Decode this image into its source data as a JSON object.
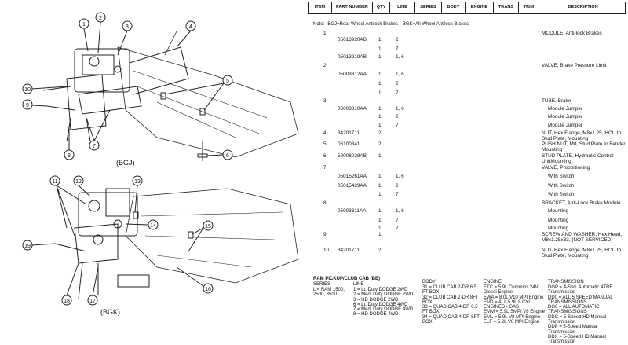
{
  "diagram": {
    "label_bgj": "(BGJ)",
    "label_bgk": "(BGK)",
    "callouts_top": [
      "1",
      "2",
      "3",
      "4",
      "5",
      "6",
      "7",
      "8",
      "9",
      "10"
    ],
    "callouts_bottom": [
      "11",
      "12",
      "13",
      "14",
      "15",
      "16",
      "17",
      "18",
      "19"
    ]
  },
  "table": {
    "headers": [
      "ITEM",
      "PART NUMBER",
      "QTY",
      "LINE",
      "SERIES",
      "BODY",
      "ENGINE",
      "TRANS",
      "TRIM",
      "DESCRIPTION"
    ],
    "note": "Note:--BGJ=Rear Wheel Antilock Brakes—BGK=All Wheel Antilock Brakes",
    "rows": [
      {
        "item": "1",
        "part": "",
        "qty": "",
        "line": "",
        "desc": "MODULE, Anti-lock Brakes",
        "sub": ""
      },
      {
        "item": "",
        "part": "05013920AB",
        "qty": "1",
        "line": "2",
        "desc": "",
        "sub": ""
      },
      {
        "item": "",
        "part": "",
        "qty": "1",
        "line": "7",
        "desc": "",
        "sub": ""
      },
      {
        "item": "",
        "part": "05013919AB",
        "qty": "1",
        "line": "1,  6",
        "desc": "",
        "sub": ""
      },
      {
        "item": "2",
        "part": "",
        "qty": "",
        "line": "",
        "desc": "VALVE, Brake Pressure Limit",
        "sub": ""
      },
      {
        "item": "",
        "part": "05003312AA",
        "qty": "1",
        "line": "1,  6",
        "desc": "",
        "sub": ""
      },
      {
        "item": "",
        "part": "",
        "qty": "1",
        "line": "2",
        "desc": "",
        "sub": ""
      },
      {
        "item": "",
        "part": "",
        "qty": "1",
        "line": "7",
        "desc": "",
        "sub": ""
      },
      {
        "item": "3",
        "part": "",
        "qty": "",
        "line": "",
        "desc": "TUBE, Brake",
        "sub": ""
      },
      {
        "item": "",
        "part": "05003310AA",
        "qty": "1",
        "line": "1,  6",
        "desc": "",
        "sub": "Module Jumper"
      },
      {
        "item": "",
        "part": "",
        "qty": "1",
        "line": "2",
        "desc": "",
        "sub": "Module Jumper"
      },
      {
        "item": "",
        "part": "",
        "qty": "1",
        "line": "7",
        "desc": "",
        "sub": "Module Jumper"
      },
      {
        "item": "4",
        "part": "34201711",
        "qty": "2",
        "line": "",
        "desc": "NUT, Hex Flange, M8x1.25, HCU to Stud Plate, Mounting",
        "sub": ""
      },
      {
        "item": "5",
        "part": "06100841",
        "qty": "2",
        "line": "",
        "desc": "PUSH NUT, M8, Stud Plate to Fender, Mounting",
        "sub": ""
      },
      {
        "item": "6",
        "part": "52008038AB",
        "qty": "1",
        "line": "",
        "desc": "STUD PLATE, Hydraulic Control UnitMounting",
        "sub": ""
      },
      {
        "item": "7",
        "part": "",
        "qty": "",
        "line": "",
        "desc": "VALVE, Proportioning",
        "sub": ""
      },
      {
        "item": "",
        "part": "05015261AA",
        "qty": "1",
        "line": "1,  6",
        "desc": "",
        "sub": "With Switch"
      },
      {
        "item": "",
        "part": "05015429AA",
        "qty": "1",
        "line": "2",
        "desc": "",
        "sub": "With Switch"
      },
      {
        "item": "",
        "part": "",
        "qty": "1",
        "line": "7",
        "desc": "",
        "sub": "With Switch"
      },
      {
        "item": "8",
        "part": "",
        "qty": "",
        "line": "",
        "desc": "BRACKET, Anti-Lock Brake Module",
        "sub": ""
      },
      {
        "item": "",
        "part": "05003311AA",
        "qty": "1",
        "line": "1,  6",
        "desc": "",
        "sub": "Mounting"
      },
      {
        "item": "",
        "part": "",
        "qty": "1",
        "line": "7",
        "desc": "",
        "sub": "Mounting"
      },
      {
        "item": "",
        "part": "",
        "qty": "1",
        "line": "2",
        "desc": "",
        "sub": "Mounting"
      },
      {
        "item": "9",
        "part": "",
        "qty": "1",
        "line": "",
        "desc": "SCREW AND WASHER, Hex Head, M8x1.25x33, (NOT SERVICED)",
        "sub": ""
      },
      {
        "item": "10",
        "part": "34201711",
        "qty": "2",
        "line": "",
        "desc": "NUT, Hex Flange, M8x1.25, HCU to Stud Plate, Mounting",
        "sub": ""
      }
    ],
    "row_y": [
      40,
      48,
      60,
      70,
      81,
      92,
      104,
      116,
      126,
      136,
      146,
      157,
      167,
      181,
      196,
      211,
      222,
      234,
      245,
      256,
      266,
      278,
      288,
      296,
      316
    ]
  },
  "ram": {
    "title": "RAM PICKUP/CLUB CAB (BE)",
    "series_h": "SERIES",
    "series": "L = RAM 1500, 2500, 3500",
    "line_h": "LINE",
    "lines": [
      "1 = Lt. Duty DODGE 2WD",
      "2 = Med. Duty DODGE 2WD",
      "3 = HD DODGE 2WD",
      "6 = Lt. Duty DODGE 4WD",
      "7 = Med. Duty DODGE 4WD",
      "8 = HD DODGE 4WD"
    ],
    "body_h": "BODY",
    "body": [
      "31 = CLUB CAB 2-DR 6.5 FT BOX",
      "32 = CLUB CAB 2-DR 8FT BOX",
      "33 = QUAD CAB 4-DR 6.5 FT BOX",
      "34 = QUAD CAB 4-DR 8FT BOX"
    ],
    "engine_h": "ENGINE",
    "engine": [
      "ETC = 5.9L Cummins 24V Diesel Engine",
      "EWA = 8.0L V10 MPI Engine",
      "EM0 = ALL 5.9L 8 CYL",
      "ENGINES - GAS",
      "EMM = 5.9L SMPI V8 Engine",
      "EML = 5.9L V8 MPI Engine",
      "ELF = 5.2L V8 MPI Engine"
    ],
    "trans_h": "TRANSMISSION",
    "trans": [
      "DGP = 4-Spd. Automatic 4TRE Transmission",
      "DD0 = ALL 5 SPEED MANUAL TRANSMISSIONS",
      "DG0 = ALL AUTOMATIC TRANSMISSIONS",
      "DDC = 5-Speed HD Manual Transmission",
      "DDP = 5-Speed Manual Transmission",
      "DDX = 5-Speed HD Manual Transmission"
    ]
  }
}
